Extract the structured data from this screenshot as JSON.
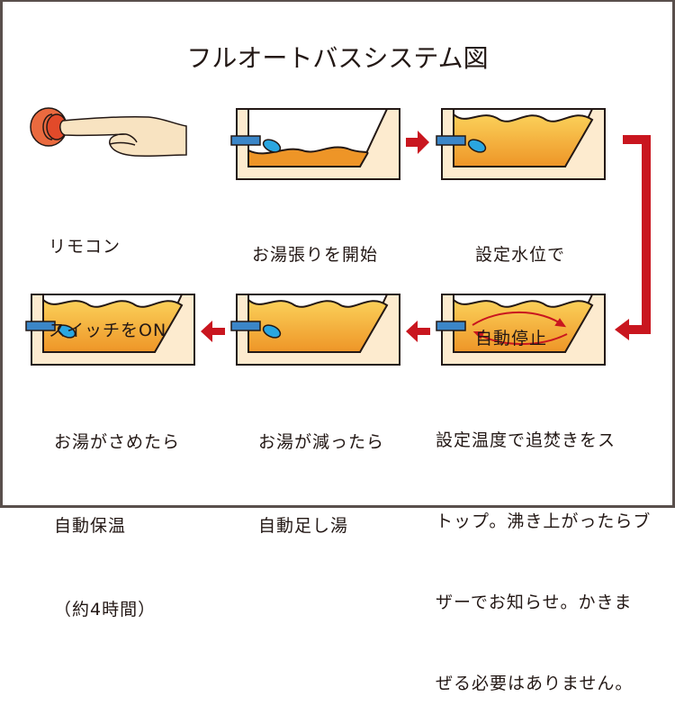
{
  "title": "フルオートバスシステム図",
  "colors": {
    "frame": "#594f4c",
    "arrow": "#c9161f",
    "tub_wall": "#fdebcf",
    "water_top": "#fbd15a",
    "water_bottom": "#ee9527",
    "pipe": "#3b86c8",
    "drop": "#2aa6e0",
    "button_outer": "#ea6a3f",
    "button_inner": "#e24a2a",
    "hand": "#f8e3c1"
  },
  "steps": [
    {
      "id": "remote-on",
      "lines": [
        "リモコン",
        "スイッチをON"
      ]
    },
    {
      "id": "fill-start",
      "lines": [
        "お湯張りを開始"
      ]
    },
    {
      "id": "auto-stop",
      "lines": [
        "設定水位で",
        "自動停止"
      ]
    },
    {
      "id": "reheat",
      "lines": [
        "設定温度で追焚きをス",
        "トップ。沸き上がったらブ",
        "ザーでお知らせ。かきま",
        "ぜる必要はありません。"
      ]
    },
    {
      "id": "auto-refill",
      "lines": [
        "お湯が減ったら",
        "自動足し湯"
      ]
    },
    {
      "id": "keep-warm",
      "lines": [
        "お湯がさめたら",
        "自動保温",
        "（約4時間）"
      ]
    }
  ]
}
